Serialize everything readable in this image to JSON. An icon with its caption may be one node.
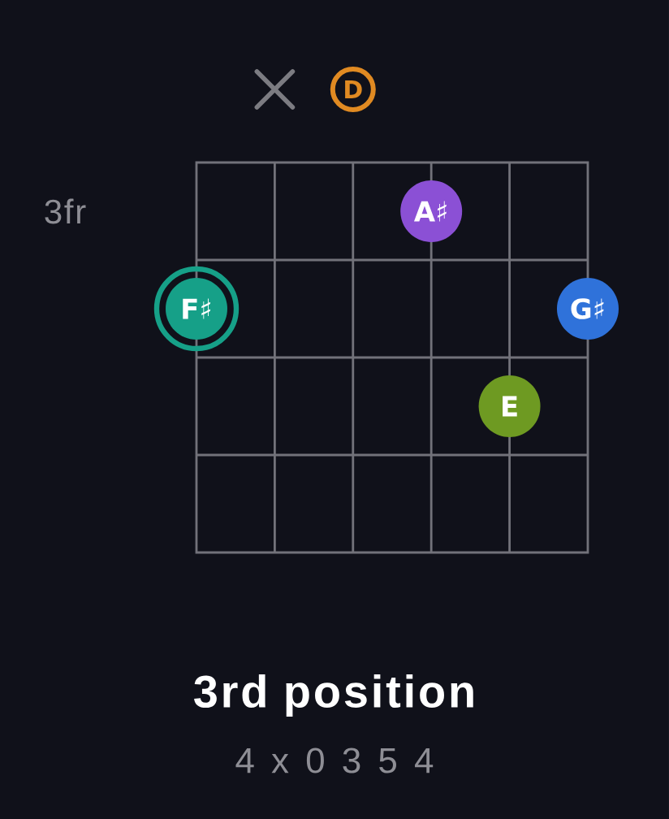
{
  "diagram": {
    "caption": "3rd position",
    "nodes": [
      {
        "text": [
          "D"
        ]
      },
      {
        "text": [
          "A♯"
        ]
      },
      {
        "text": [
          "F♯"
        ]
      },
      {
        "text": [
          "G♯"
        ]
      },
      {
        "text": [
          "E"
        ]
      }
    ],
    "labels": [
      "3fr",
      "4 x 0 3 5 4"
    ]
  }
}
